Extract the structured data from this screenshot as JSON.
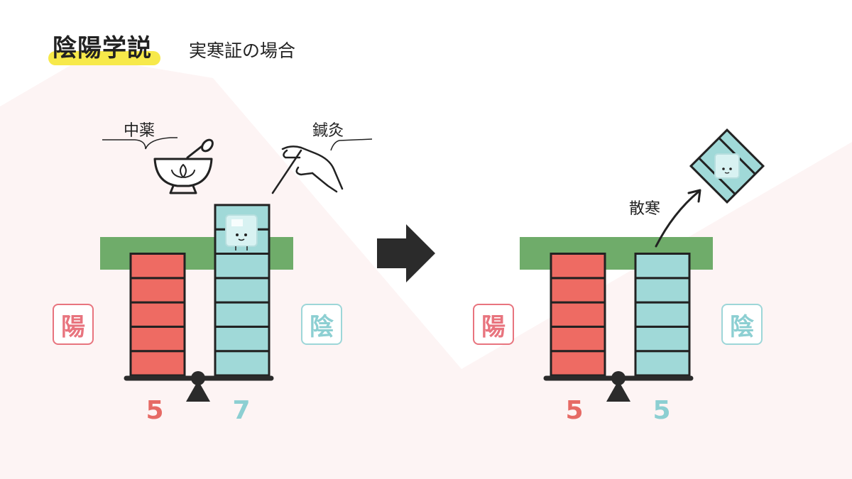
{
  "title": "陰陽学説",
  "subtitle": "実寒証の場合",
  "labels": {
    "yang": "陽",
    "yin": "陰",
    "herbal": "中薬",
    "acupuncture": "鍼灸",
    "disperse": "散寒"
  },
  "icons": [
    "mortar-pestle-icon",
    "acupuncture-needle-hand-icon",
    "ice-cube-icon",
    "right-arrow-icon",
    "balance-fulcrum-icon"
  ],
  "colors": {
    "yang": "#ee6b63",
    "yin": "#a0d9d8",
    "normal_band": "#6fac6a",
    "highlight": "#f7e94a",
    "text": "#222222"
  },
  "before": {
    "yang_value": "5",
    "yin_value": "7",
    "yang_blocks": 5,
    "yin_blocks": 7
  },
  "after": {
    "yang_value": "5",
    "yin_value": "5",
    "yang_blocks": 5,
    "yin_blocks": 5
  }
}
